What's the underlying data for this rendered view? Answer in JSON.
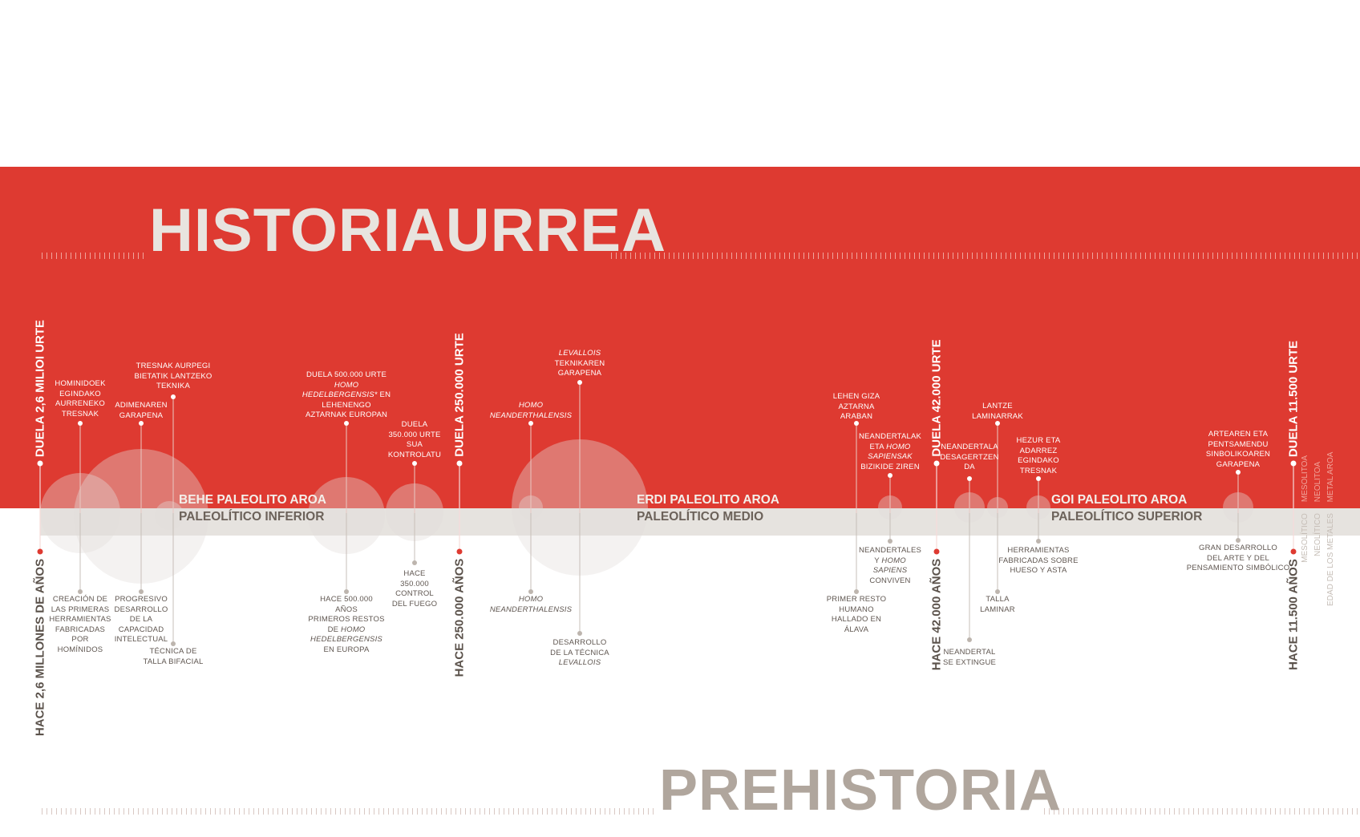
{
  "titles": {
    "basque": "HISTORIAURREA",
    "spanish": "PREHISTORIA"
  },
  "colors": {
    "red_band": "#de3a31",
    "grey_band": "#e6e3df",
    "marker_red": "#de3a31",
    "line_grey": "#c7bfb9"
  },
  "periods": [
    {
      "basque": "BEHE PALEOLITO AROA",
      "spanish": "PALEOLÍTICO INFERIOR"
    },
    {
      "basque": "ERDI PALEOLITO AROA",
      "spanish": "PALEOLÍTICO MEDIO"
    },
    {
      "basque": "GOI PALEOLITO AROA",
      "spanish": "PALEOLÍTICO SUPERIOR"
    }
  ],
  "dates": [
    {
      "basque": "DUELA 2,6 MILIOI URTE",
      "spanish": "HACE 2,6 MILLONES DE AÑOS"
    },
    {
      "basque": "DUELA 250.000 URTE",
      "spanish": "HACE 250.000 AÑOS"
    },
    {
      "basque": "DUELA 42.000 URTE",
      "spanish": "HACE 42.000 AÑOS"
    },
    {
      "basque": "DUELA 11.500 URTE",
      "spanish": "HACE 11.500 AÑOS"
    }
  ],
  "later_periods": {
    "basque": [
      "MESOLITOA",
      "NEOLITOA",
      "METAL AROA"
    ],
    "spanish": [
      "MESOLÍTICO",
      "NEOLÍTICO",
      "EDAD DE LOS METALES"
    ]
  },
  "events_basque": [
    {
      "lines": [
        "HOMINIDOEK",
        "EGINDAKO",
        "AURRENEKO",
        "TRESNAK"
      ]
    },
    {
      "lines": [
        "ADIMENAREN",
        "GARAPENA"
      ]
    },
    {
      "lines": [
        "TRESNAK AURPEGI",
        "BIETATIK LANTZEKO",
        "TEKNIKA"
      ]
    },
    {
      "lines": [
        "DUELA 500.000 URTE",
        "*HOMO",
        "*HEDELBERGENSIS* EN",
        "LEHENENGO",
        "AZTARNAK EUROPAN"
      ]
    },
    {
      "lines": [
        "DUELA",
        "350.000 URTE",
        "SUA",
        "KONTROLATU"
      ]
    },
    {
      "lines": [
        "*HOMO",
        "*NEANDERTHALENSIS"
      ]
    },
    {
      "lines": [
        "*LEVALLOIS",
        "TEKNIKAREN",
        "GARAPENA"
      ]
    },
    {
      "lines": [
        "LEHEN GIZA",
        "AZTARNA",
        "ARABAN"
      ]
    },
    {
      "lines": [
        "NEANDERTALAK",
        "ETA *HOMO",
        "*SAPIENSAK",
        "BIZIKIDE ZIREN"
      ]
    },
    {
      "lines": [
        "NEANDERTALA",
        "DESAGERTZEN",
        "DA"
      ]
    },
    {
      "lines": [
        "LANTZE",
        "LAMINARRAK"
      ]
    },
    {
      "lines": [
        "HEZUR ETA",
        "ADARREZ",
        "EGINDAKO",
        "TRESNAK"
      ]
    },
    {
      "lines": [
        "ARTEAREN ETA",
        "PENTSAMENDU",
        "SINBOLIKOAREN",
        "GARAPENA"
      ]
    }
  ],
  "events_spanish": [
    {
      "lines": [
        "CREACIÓN DE",
        "LAS PRIMERAS",
        "HERRAMIENTAS",
        "FABRICADAS",
        "POR",
        "HOMÍNIDOS"
      ]
    },
    {
      "lines": [
        "PROGRESIVO",
        "DESARROLLO",
        "DE LA",
        "CAPACIDAD",
        "INTELECTUAL"
      ]
    },
    {
      "lines": [
        "TÉCNICA DE",
        "TALLA BIFACIAL"
      ]
    },
    {
      "lines": [
        "HACE 500.000",
        "AÑOS",
        "PRIMEROS RESTOS",
        "DE *HOMO",
        "*HEDELBERGENSIS",
        "EN EUROPA"
      ]
    },
    {
      "lines": [
        "HACE",
        "350.000",
        "CONTROL",
        "DEL FUEGO"
      ]
    },
    {
      "lines": [
        "*HOMO",
        "*NEANDERTHALENSIS"
      ]
    },
    {
      "lines": [
        "DESARROLLO",
        "DE LA TÉCNICA",
        "*LEVALLOIS"
      ]
    },
    {
      "lines": [
        "NEANDERTALES",
        "Y *HOMO",
        "*SAPIENS",
        "CONVIVEN"
      ]
    },
    {
      "lines": [
        "PRIMER RESTO",
        "HUMANO",
        "HALLADO EN",
        "ÁLAVA"
      ]
    },
    {
      "lines": [
        "NEANDERTAL",
        "SE EXTINGUE"
      ]
    },
    {
      "lines": [
        "TALLA",
        "LAMINAR"
      ]
    },
    {
      "lines": [
        "HERRAMIENTAS",
        "FABRICADAS SOBRE",
        "HUESO Y ASTA"
      ]
    },
    {
      "lines": [
        "GRAN DESARROLLO",
        "DEL ARTE Y DEL",
        "PENSAMIENTO SIMBÓLICO"
      ]
    }
  ]
}
